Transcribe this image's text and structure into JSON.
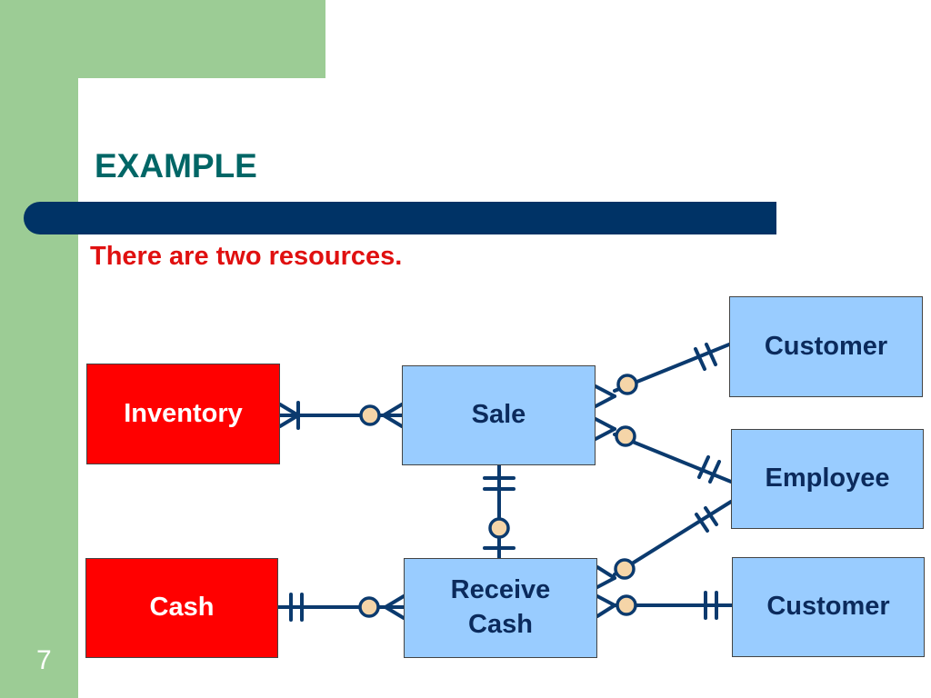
{
  "slide": {
    "title": "EXAMPLE",
    "subtitle": "There are two resources.",
    "page_number": "7"
  },
  "colors": {
    "green": "#9ccc95",
    "navy": "#003366",
    "title": "#006666",
    "subtitle": "#e01010",
    "resource_fill": "#ff0000",
    "entity_fill": "#99ccff",
    "line": "#0b3a6e",
    "circle_fill": "#f5d5a8"
  },
  "entities": {
    "inventory": "Inventory",
    "cash": "Cash",
    "sale": "Sale",
    "receive_cash": "Receive Cash",
    "customer_top": "Customer",
    "employee": "Employee",
    "customer_bottom": "Customer"
  }
}
